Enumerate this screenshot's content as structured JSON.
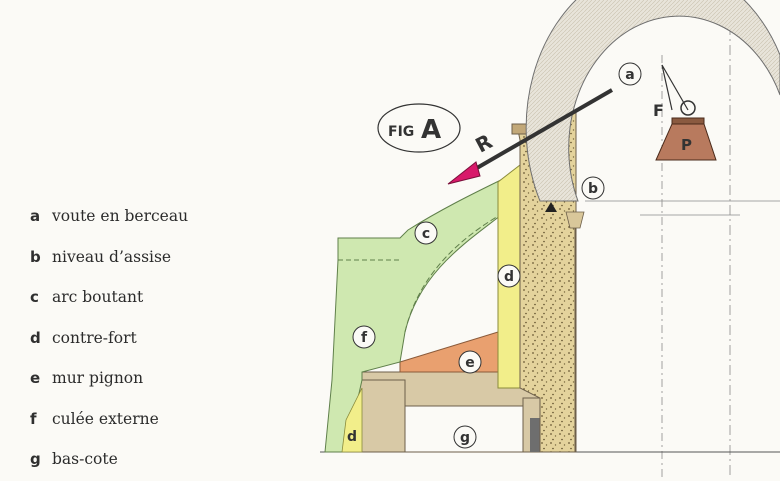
{
  "figure": {
    "title_prefix": "FIG",
    "title_letter": "A",
    "force_R": "R",
    "force_F": "F",
    "weight_P": "P"
  },
  "legend": [
    {
      "letter": "a",
      "text": "voute en berceau"
    },
    {
      "letter": "b",
      "text": "niveau d’assise"
    },
    {
      "letter": "c",
      "text": "arc boutant"
    },
    {
      "letter": "d",
      "text": "contre-fort"
    },
    {
      "letter": "e",
      "text": "mur pignon"
    },
    {
      "letter": "f",
      "text": "culée externe"
    },
    {
      "letter": "g",
      "text": "bas-cote"
    }
  ],
  "callouts": {
    "a": "a",
    "b": "b",
    "c": "c",
    "d_upper": "d",
    "d_lower": "d",
    "e": "e",
    "f": "f",
    "g": "g"
  },
  "colors": {
    "vault": "#c9d3da",
    "buttress_stone": "#e3d19a",
    "counterfort": "#f2ee8a",
    "flying_buttress": "#cfe8b0",
    "gable_wall": "#e9a06f",
    "aisle": "#d3c3a1",
    "weight_block": "#b87a5e",
    "arrow_tip": "#d8196a"
  }
}
